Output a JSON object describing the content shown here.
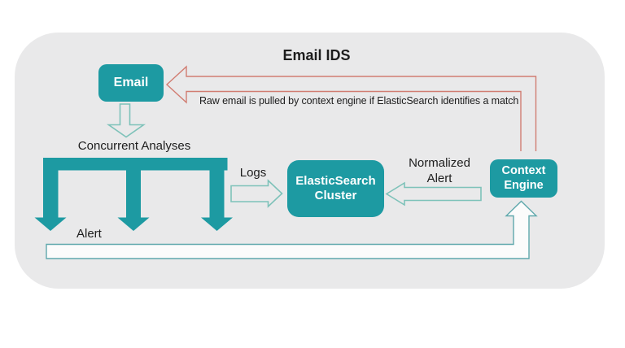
{
  "title": "Email IDS",
  "colors": {
    "teal": "#1d9aa2",
    "salmon": "#d17d72",
    "hollow_arrow": "#7ec2b9",
    "path_teal": "#5fa8ac",
    "container_bg": "#e9e9ea",
    "channel_fill": "#fbfbfb",
    "text": "#1d1d1d",
    "box_text": "#ffffff",
    "page_bg": "#ffffff"
  },
  "nodes": {
    "email": {
      "label": "Email"
    },
    "elasticsearch": {
      "line1": "ElasticSearch",
      "line2": "Cluster"
    },
    "context_engine": {
      "line1": "Context",
      "line2": "Engine"
    }
  },
  "labels": {
    "concurrent_analyses": "Concurrent Analyses",
    "logs": "Logs",
    "alert": "Alert",
    "normalized_line1": "Normalized",
    "normalized_line2": "Alert",
    "raw_email_note": "Raw email is pulled by context engine if ElasticSearch identifies a match"
  },
  "edges": [
    {
      "from": "Context Engine",
      "to": "Email",
      "label": "Raw email is pulled by context engine if ElasticSearch identifies a match",
      "style": "salmon-outline-arrow"
    },
    {
      "from": "Email",
      "to": "Concurrent Analyses",
      "label": "",
      "style": "hollow-teal-arrow"
    },
    {
      "from": "Concurrent Analyses",
      "to": "Alert",
      "label": "Alert",
      "style": "solid-teal-triple-fork"
    },
    {
      "from": "Concurrent Analyses",
      "to": "ElasticSearch Cluster",
      "label": "Logs",
      "style": "hollow-teal-arrow"
    },
    {
      "from": "Context Engine",
      "to": "ElasticSearch Cluster",
      "label": "Normalized Alert",
      "style": "hollow-teal-arrow"
    },
    {
      "from": "Alert",
      "to": "Context Engine",
      "label": "Alert",
      "style": "thin-teal-channel-arrow"
    }
  ]
}
